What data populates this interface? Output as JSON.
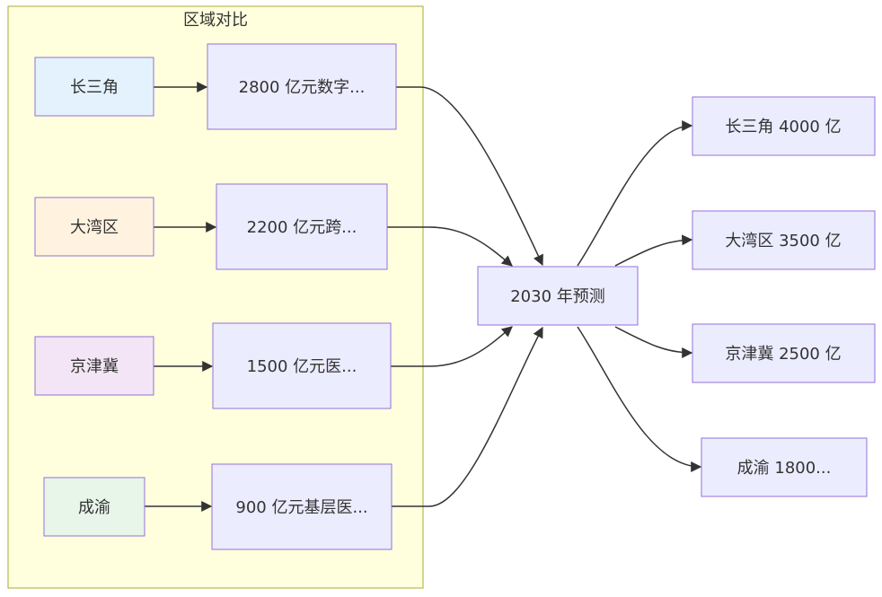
{
  "cluster": {
    "title": "区域对比",
    "fill": "#ffffde",
    "stroke": "#aaaa33"
  },
  "regions": [
    {
      "id": "r1",
      "label": "长三角",
      "fill": "#e3f2fd",
      "stroke": "#9370db"
    },
    {
      "id": "r2",
      "label": "大湾区",
      "fill": "#fff3e0",
      "stroke": "#9370db"
    },
    {
      "id": "r3",
      "label": "京津冀",
      "fill": "#f3e5f5",
      "stroke": "#9370db"
    },
    {
      "id": "r4",
      "label": "成渝",
      "fill": "#e8f5e9",
      "stroke": "#9370db"
    }
  ],
  "values": [
    {
      "id": "v1",
      "label": "2800 亿元数字..."
    },
    {
      "id": "v2",
      "label": "2200 亿元跨..."
    },
    {
      "id": "v3",
      "label": "1500 亿元医..."
    },
    {
      "id": "v4",
      "label": "900 亿元基层医..."
    }
  ],
  "hub": {
    "id": "hub",
    "label": "2030 年预测"
  },
  "forecasts": [
    {
      "id": "f1",
      "label": "长三角 4000 亿"
    },
    {
      "id": "f2",
      "label": "大湾区 3500 亿"
    },
    {
      "id": "f3",
      "label": "京津冀 2500 亿"
    },
    {
      "id": "f4",
      "label": "成渝 1800..."
    }
  ],
  "colors": {
    "node_fill": "#ececff",
    "node_stroke": "#9370db",
    "edge": "#333333"
  }
}
